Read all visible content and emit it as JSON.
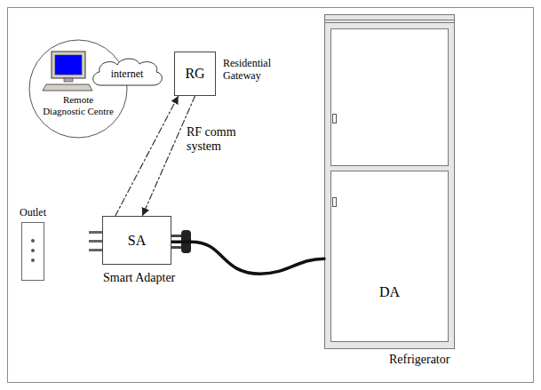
{
  "diagram": {
    "nodes": [
      {
        "text": [
          "Remote Diagnostic Centre"
        ]
      },
      {
        "text": [
          "internet"
        ]
      },
      {
        "text": [
          "RG",
          "Residential Gateway"
        ]
      },
      {
        "text": [
          "Refrigerator"
        ]
      },
      {
        "text": [
          "DA"
        ],
        "in": 3
      },
      {
        "text": [
          "Outlet"
        ]
      },
      {
        "text": [
          "SA",
          "Smart Adapter"
        ]
      }
    ],
    "edges": [
      {
        "from": 6,
        "to": 2,
        "arrow": "to"
      },
      {
        "from": 2,
        "to": 6,
        "arrow": "to",
        "label": "RF comm system"
      },
      {
        "from": 6,
        "to": 3,
        "arrow": "none"
      }
    ]
  }
}
